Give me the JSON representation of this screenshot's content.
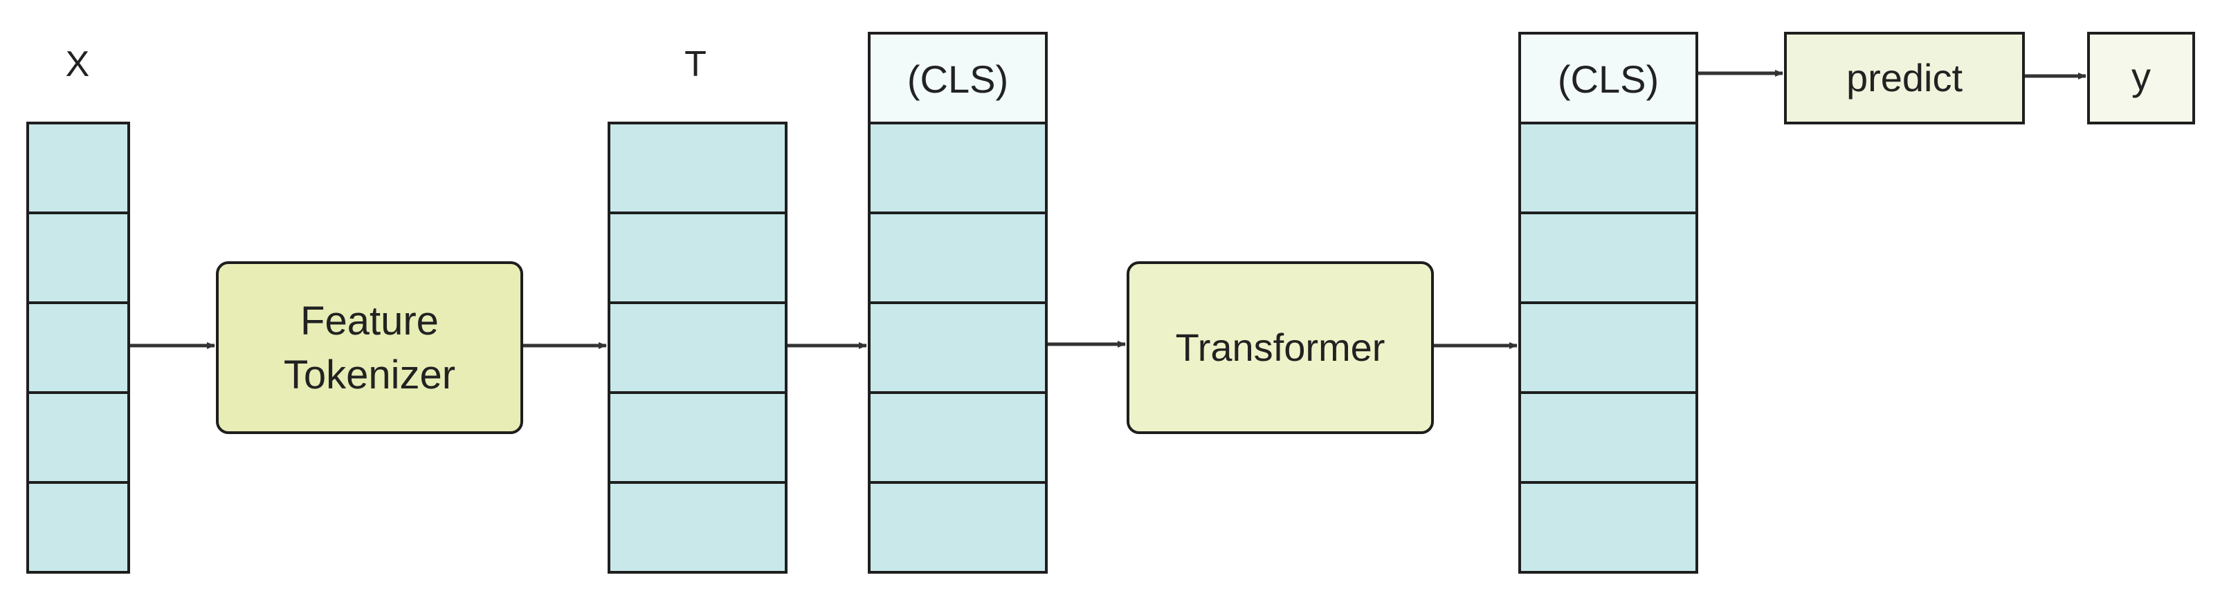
{
  "labels": {
    "input": "X",
    "tokens": "T",
    "feature_tokenizer_line1": "Feature",
    "feature_tokenizer_line2": "Tokenizer",
    "cls_input": "(CLS)",
    "transformer": "Transformer",
    "cls_output": "(CLS)",
    "predict": "predict",
    "output": "y"
  },
  "colors": {
    "cell_fill": "#c8e8ea",
    "cls_fill": "#f2fafa",
    "tokenizer_fill": "#e7edb5",
    "transformer_fill": "#eef2c8",
    "predict_fill": "#f1f4dc",
    "y_fill": "#f5f8ea",
    "stroke": "#1e1e1e",
    "arrow": "#333333"
  }
}
